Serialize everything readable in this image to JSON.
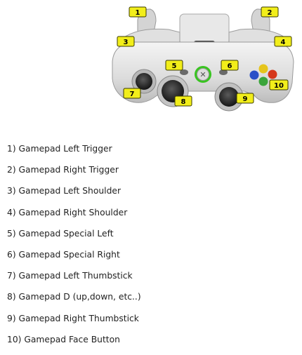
{
  "controller": {
    "callout_numbers": [
      "1",
      "2",
      "3",
      "4",
      "5",
      "6",
      "7",
      "8",
      "9",
      "10"
    ],
    "colors": {
      "callout_fill": "#f2ee1a",
      "callout_border": "#3a3a00",
      "body": "#e4e4e4",
      "guide_ring": "#39c421",
      "face_a": "#3aa53a",
      "face_b": "#d5371c",
      "face_x": "#2a4fc7",
      "face_y": "#e6c51c"
    }
  },
  "legend": {
    "items": [
      "1) Gamepad Left Trigger",
      "2) Gamepad Right Trigger",
      "3) Gamepad Left Shoulder",
      "4) Gamepad Right Shoulder",
      "5) Gamepad Special Left",
      "6) Gamepad Special Right",
      "7) Gamepad Left Thumbstick",
      "8) Gamepad D (up,down, etc..)",
      "9) Gamepad Right Thumbstick",
      "10) Gamepad Face Button"
    ]
  }
}
